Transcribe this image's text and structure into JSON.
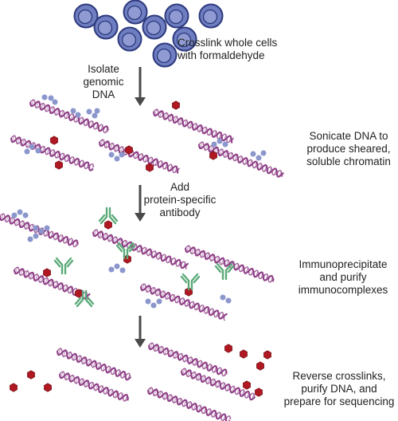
{
  "labels": {
    "crosslink": "Crosslink whole cells\nwith formaldehyde",
    "isolate": "Isolate\ngenomic\nDNA",
    "sonicate": "Sonicate DNA to\nproduce sheared,\nsoluble chromatin",
    "add": "Add\nprotein-specific\nantibody",
    "immuno": "Immunoprecipitate\nand purify\nimmunocomplexes",
    "reverse": "Reverse crosslinks,\npurify DNA, and\nprepare for sequencing"
  },
  "colors": {
    "cell_fill": "#6f7ec0",
    "cell_nucleus": "#8f9bd2",
    "cell_outline": "#2d3a7e",
    "dna_strand": "#8e3f86",
    "dna_rung": "#c59ac3",
    "histone": "#8b96cc",
    "target_protein": "#b01822",
    "antibody": "#5aaa78",
    "arrow": "#4a4a4a",
    "text": "#222222"
  },
  "icons": {
    "cell": "cell-icon",
    "dna": "dna-fragment-icon",
    "histone": "histone-icon",
    "protein": "target-protein-icon",
    "antibody": "antibody-icon",
    "arrow": "down-arrow-icon"
  }
}
